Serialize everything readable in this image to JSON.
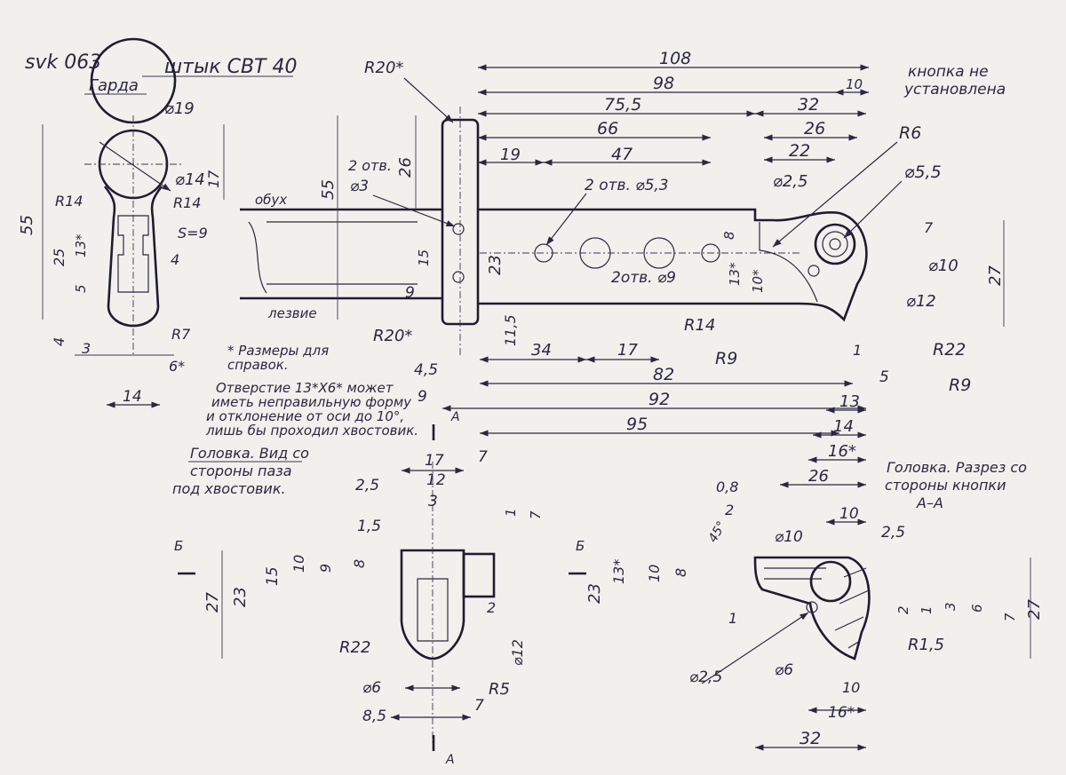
{
  "sheet": {
    "code": "svk 063",
    "title": "штык СВТ 40",
    "button_note": [
      "кнопка не",
      "установлена"
    ]
  },
  "guard": {
    "title": "Гарда",
    "labels": {
      "d19": "⌀19",
      "d14": "⌀14",
      "r14a": "R14",
      "r14b": "R14",
      "s9": "S=9",
      "v55": "55",
      "v25": "25",
      "v13": "13*",
      "v5": "5",
      "v4": "4",
      "v4b": "4",
      "v17": "17",
      "r7": "R7",
      "h3": "3",
      "h6": "6*",
      "h14": "14"
    }
  },
  "notes": {
    "ref_line1": "* Размеры для",
    "ref_line2": "справок.",
    "hole_lines": [
      "Отверстие 13*X6* может",
      "иметь неправильную форму",
      "и отклонение от оси до 10°,",
      "лишь бы проходил хвостовик."
    ]
  },
  "blade": {
    "labels": {
      "obuh": "обух",
      "lezvie": "лезвие",
      "r20top": "R20*",
      "r20bot": "R20*",
      "v55": "55",
      "v26": "26",
      "v15": "15",
      "v9": "9",
      "holes3": "2 отв.",
      "holes3b": "⌀3",
      "holes53": "2 отв. ⌀5,3",
      "holes9": "2отв. ⌀9",
      "v23": "23",
      "v11_5": "11,5",
      "v8": "8",
      "v13": "13*",
      "v10": "10*",
      "v7": "7",
      "v27": "27"
    },
    "top_dims": {
      "d108": "108",
      "d10": "10",
      "d98": "98",
      "d75_5": "75,5",
      "d32": "32",
      "d66": "66",
      "d26": "26",
      "d22": "22",
      "d19": "19",
      "d47": "47"
    },
    "right_labels": {
      "r6": "R6",
      "d5_5": "⌀5,5",
      "d2_5": "⌀2,5",
      "d10": "⌀10",
      "d12": "⌀12",
      "r14": "R14",
      "r9a": "R9",
      "r22": "R22",
      "r9b": "R9",
      "v1": "1",
      "v5": "5",
      "v13": "13",
      "v14": "14",
      "v16": "16*",
      "v26": "26"
    },
    "bottom_dims": {
      "d34": "34",
      "d17": "17",
      "d82": "82",
      "d4_5": "4,5",
      "d9": "9",
      "d92": "92",
      "d95": "95"
    },
    "section_mark": "A"
  },
  "head_view": {
    "title_lines": [
      "Головка. Вид со",
      "стороны паза",
      "под хвостовик."
    ],
    "labels": {
      "d17": "17",
      "d7": "7",
      "d12": "12",
      "d2_5": "2,5",
      "d3": "3",
      "d1_5": "1,5",
      "v1": "1",
      "v7": "7",
      "v27": "27",
      "v23": "23",
      "v15": "15",
      "v10": "10",
      "v9": "9",
      "v8": "8",
      "v2": "2",
      "v12": "⌀12",
      "r22": "R22",
      "r5": "R5",
      "d6": "⌀6",
      "d8_5": "8,5",
      "d7b": "7",
      "sec_b": "Б",
      "sec_a": "A"
    }
  },
  "head_section": {
    "title_lines": [
      "Головка. Разрез со",
      "стороны кнопки",
      "A–A"
    ],
    "labels": {
      "d0_8": "0,8",
      "d2": "2",
      "a45": "45°",
      "d10phi": "⌀10",
      "d10": "10",
      "d2_5": "2,5",
      "v23": "23",
      "v13": "13*",
      "v10": "10",
      "v8": "8",
      "v1": "1",
      "v2": "2",
      "v1b": "1",
      "v3": "3",
      "v6": "6",
      "v7": "7",
      "v27": "27",
      "r1_5": "R1,5",
      "d2_5b": "⌀2,5",
      "d6": "⌀6",
      "d10b": "10",
      "d16": "16*",
      "d32": "32",
      "sec_b": "Б"
    }
  }
}
